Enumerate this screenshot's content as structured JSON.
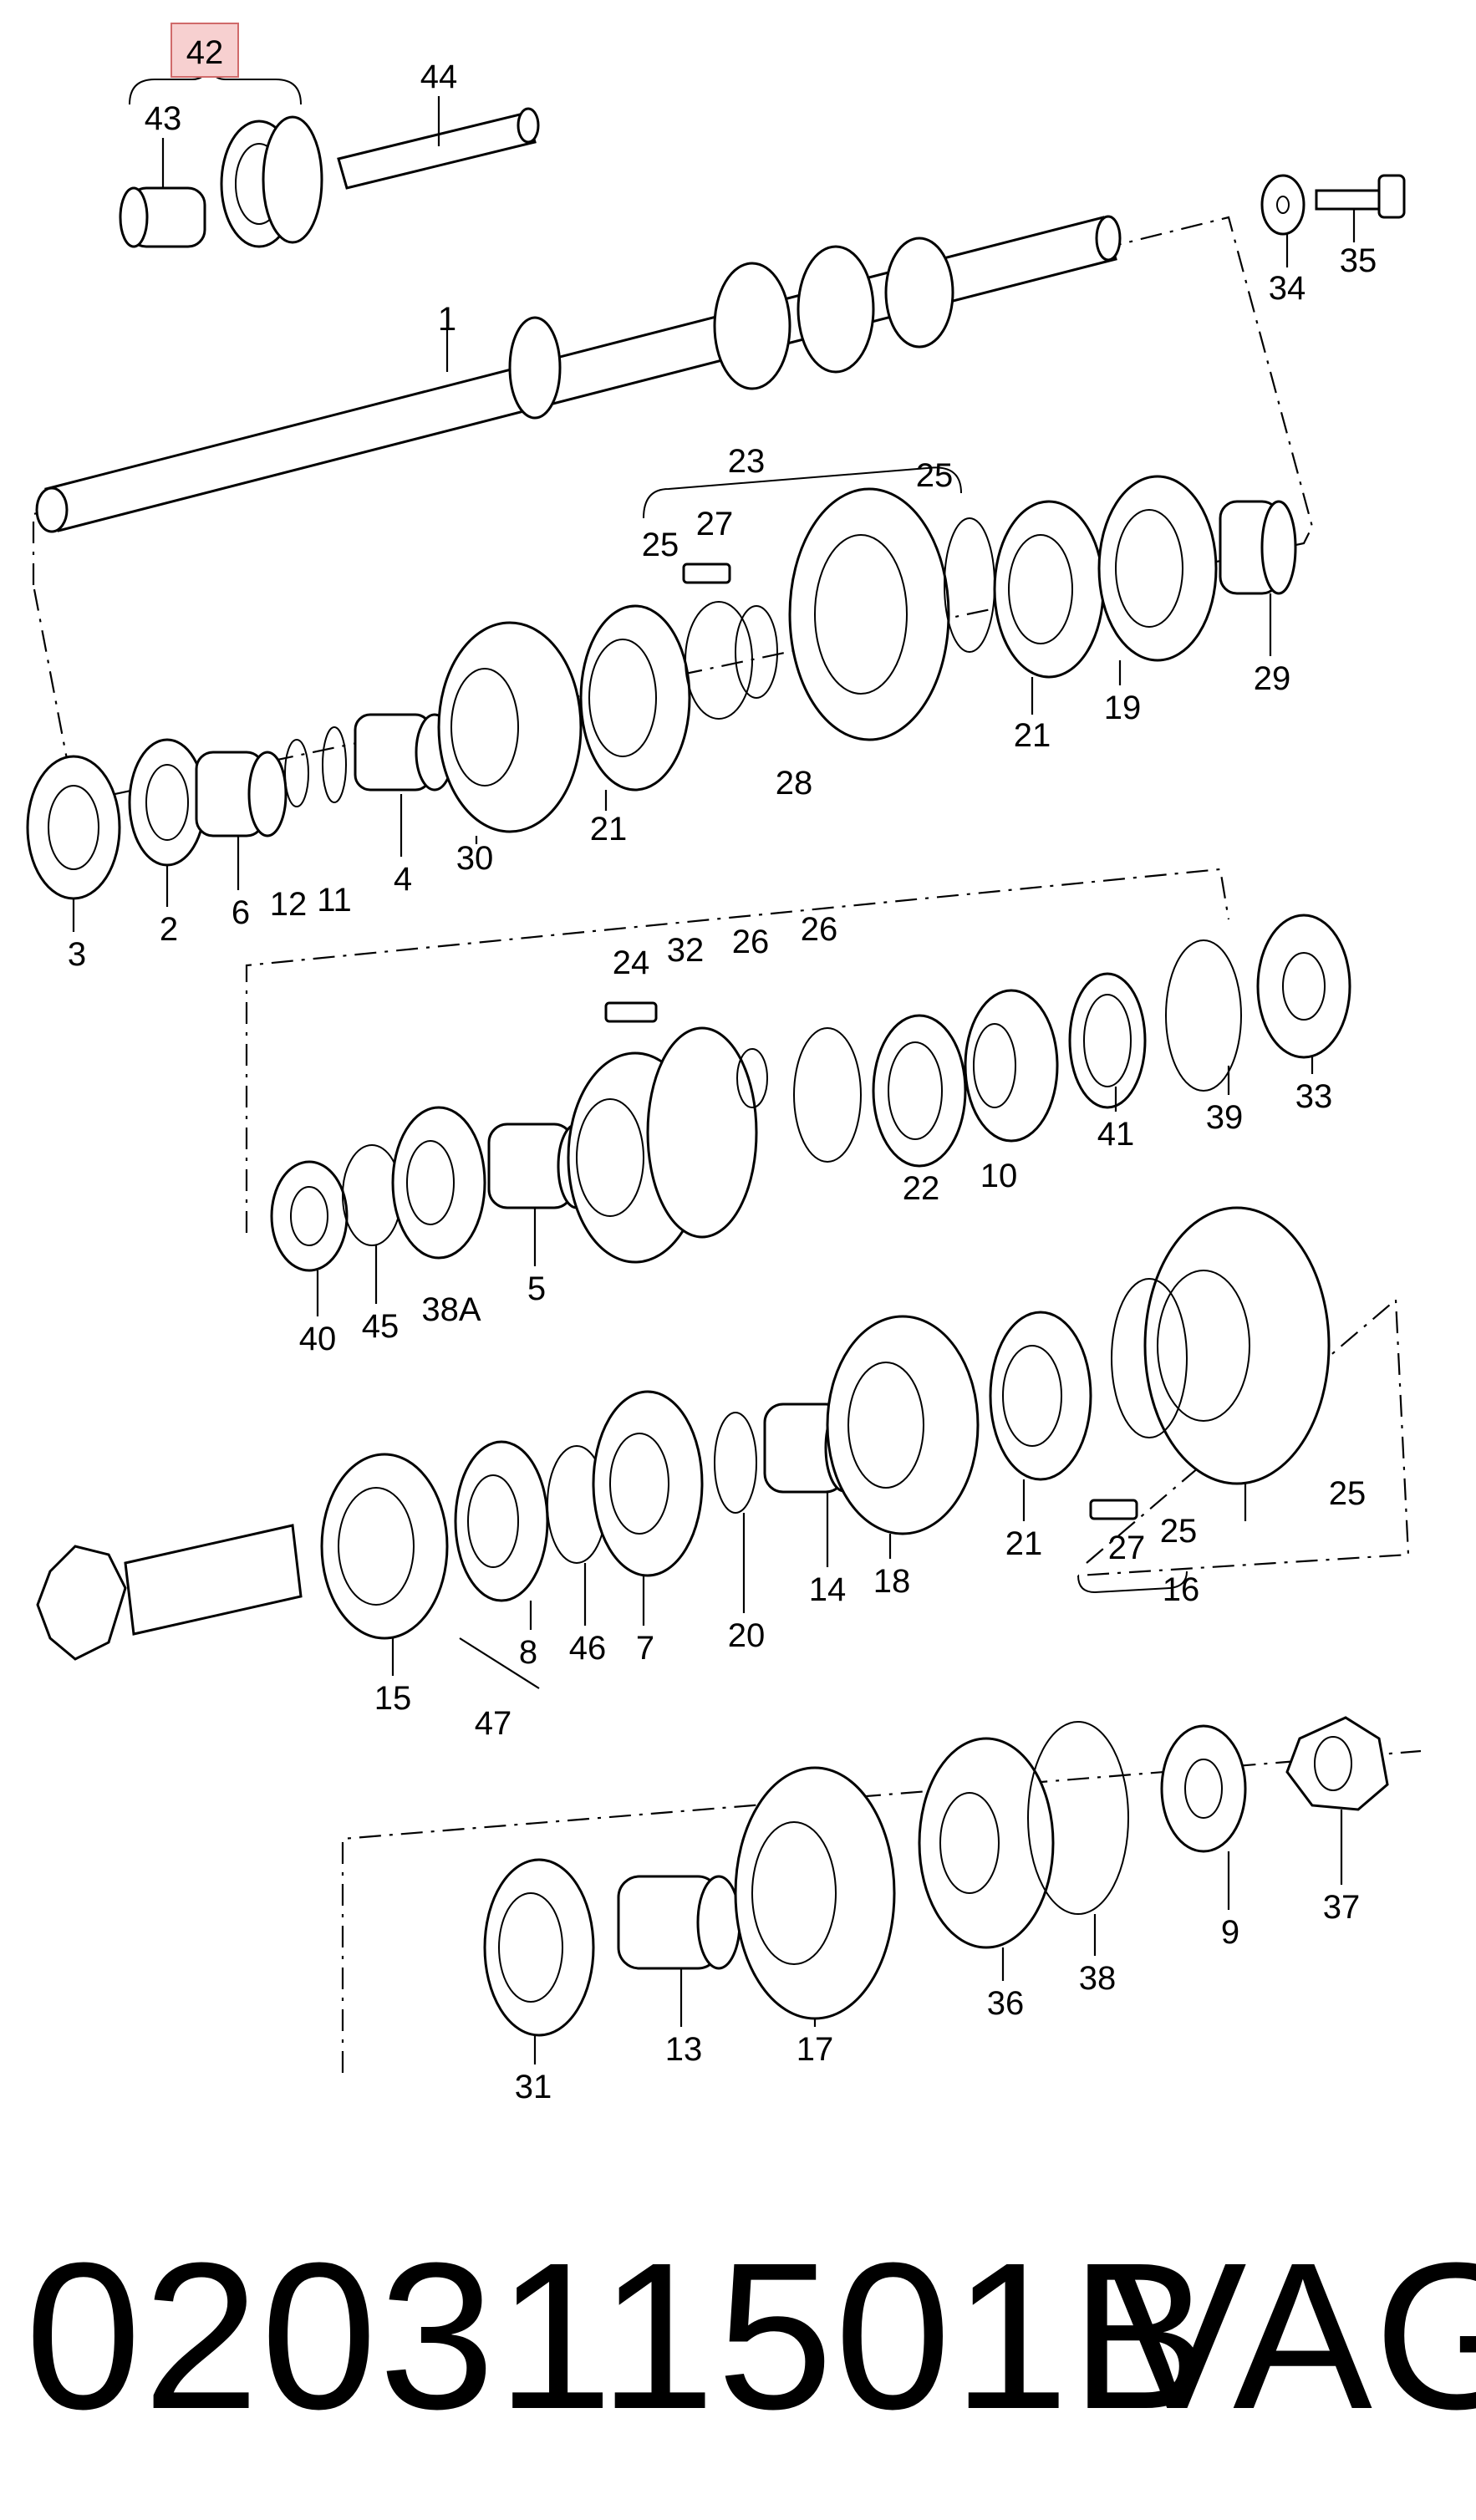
{
  "caption": {
    "part_number": "020311501B",
    "brand": "VAG"
  },
  "highlight_label": "42",
  "labels": [
    "43",
    "44",
    "34",
    "35",
    "1",
    "23",
    "25",
    "27",
    "25",
    "3",
    "2",
    "6",
    "12",
    "11",
    "4",
    "30",
    "21",
    "28",
    "21",
    "19",
    "29",
    "24",
    "32",
    "26",
    "26",
    "40",
    "45",
    "38A",
    "5",
    "22",
    "10",
    "41",
    "39",
    "33",
    "15",
    "47",
    "8",
    "46",
    "7",
    "20",
    "14",
    "18",
    "21",
    "27",
    "25",
    "16",
    "25",
    "31",
    "13",
    "17",
    "36",
    "38",
    "9",
    "37"
  ],
  "colors": {
    "ink": "#000000",
    "highlight_fill": "#f7d0d0",
    "highlight_stroke": "#d06a6a"
  }
}
